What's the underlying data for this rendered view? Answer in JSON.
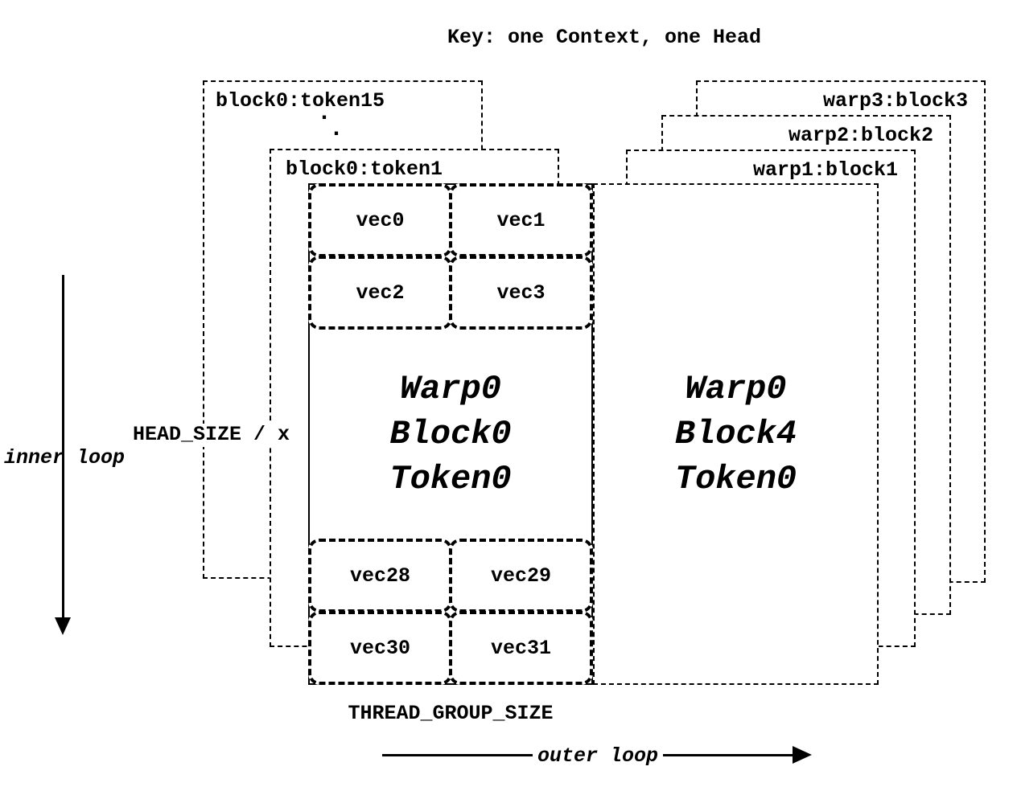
{
  "title": "Key: one Context, one Head",
  "left_stack": {
    "back_box_label": "block0:token15",
    "ellipsis_dots": [
      "·",
      "·"
    ],
    "mid_box_label": "block0:token1",
    "front_box": {
      "top_vecs": [
        "vec0",
        "vec1",
        "vec2",
        "vec3"
      ],
      "center_lines": [
        "Warp0",
        "Block0",
        "Token0"
      ],
      "bottom_vecs": [
        "vec28",
        "vec29",
        "vec30",
        "vec31"
      ]
    }
  },
  "right_stack": {
    "warp_labels": [
      "warp3:block3",
      "warp2:block2",
      "warp1:block1"
    ],
    "front_box": {
      "center_lines": [
        "Warp0",
        "Block4",
        "Token0"
      ]
    }
  },
  "annotations": {
    "head_size_label": "HEAD_SIZE / x",
    "inner_loop_label": "inner loop",
    "thread_group_size_label": "THREAD_GROUP_SIZE",
    "outer_loop_label": "outer loop"
  },
  "colors": {
    "ink": "#000000",
    "background": "#ffffff"
  }
}
